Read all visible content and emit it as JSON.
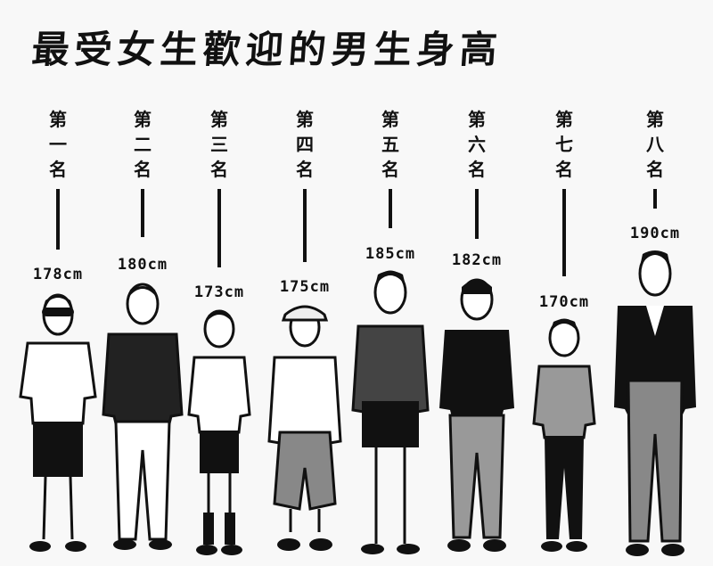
{
  "title": "最受女生歡迎的男生身高",
  "figures": [
    {
      "rank": "第一名",
      "height": "178cm",
      "value_cm": 178
    },
    {
      "rank": "第二名",
      "height": "180cm",
      "value_cm": 180
    },
    {
      "rank": "第三名",
      "height": "173cm",
      "value_cm": 173
    },
    {
      "rank": "第四名",
      "height": "175cm",
      "value_cm": 175
    },
    {
      "rank": "第五名",
      "height": "185cm",
      "value_cm": 185
    },
    {
      "rank": "第六名",
      "height": "182cm",
      "value_cm": 182
    },
    {
      "rank": "第七名",
      "height": "170cm",
      "value_cm": 170
    },
    {
      "rank": "第八名",
      "height": "190cm",
      "value_cm": 190
    }
  ]
}
